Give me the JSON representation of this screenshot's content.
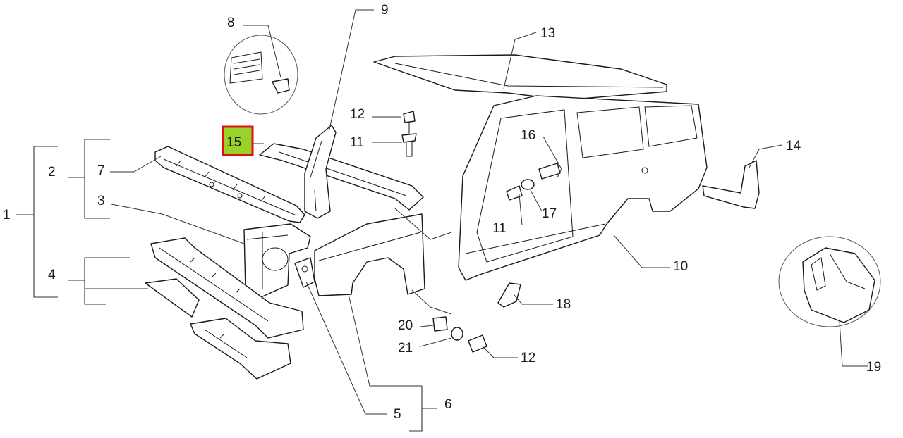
{
  "diagram": {
    "highlight_color": "#e01010",
    "highlight_fill": "#9ad22b",
    "callouts": {
      "c1": "1",
      "c2": "2",
      "c3": "3",
      "c4": "4",
      "c5": "5",
      "c6": "6",
      "c7": "7",
      "c8": "8",
      "c9": "9",
      "c10": "10",
      "c11a": "11",
      "c11b": "11",
      "c12a": "12",
      "c12b": "12",
      "c13": "13",
      "c14": "14",
      "c15": "15",
      "c16": "16",
      "c17": "17",
      "c18": "18",
      "c19": "19",
      "c20": "20",
      "c21": "21"
    }
  }
}
